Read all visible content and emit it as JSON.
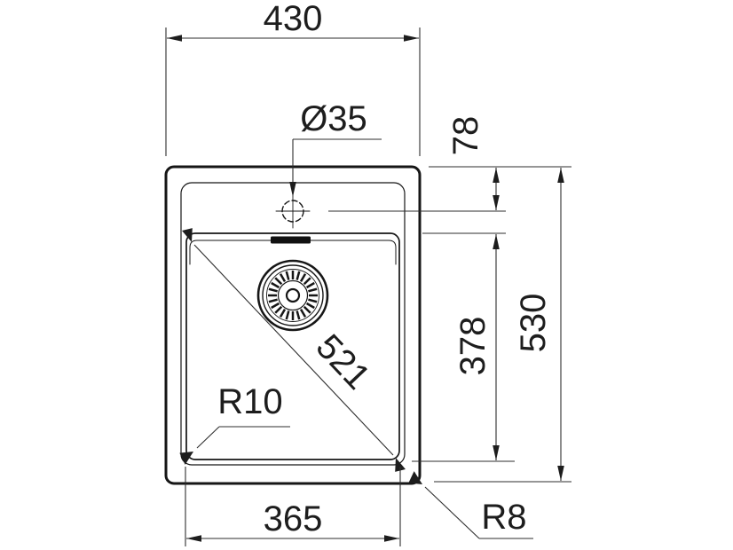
{
  "drawing": {
    "type": "technical-dimension-drawing",
    "subject": "kitchen sink top view with single bowl, faucet hole and drain",
    "labels": {
      "overall_width": "430",
      "faucet_hole_diameter": "Ø35",
      "faucet_center_offset": "78",
      "bowl_front_to_back": "378",
      "overall_depth": "530",
      "bowl_diagonal": "521",
      "bowl_corner_radius": "R10",
      "bowl_width": "365",
      "outer_corner_radius": "R8"
    },
    "colors": {
      "background": "#ffffff",
      "object_line": "#161616",
      "dimension_line": "#2e2e2e",
      "text": "#1d1d1d"
    }
  }
}
